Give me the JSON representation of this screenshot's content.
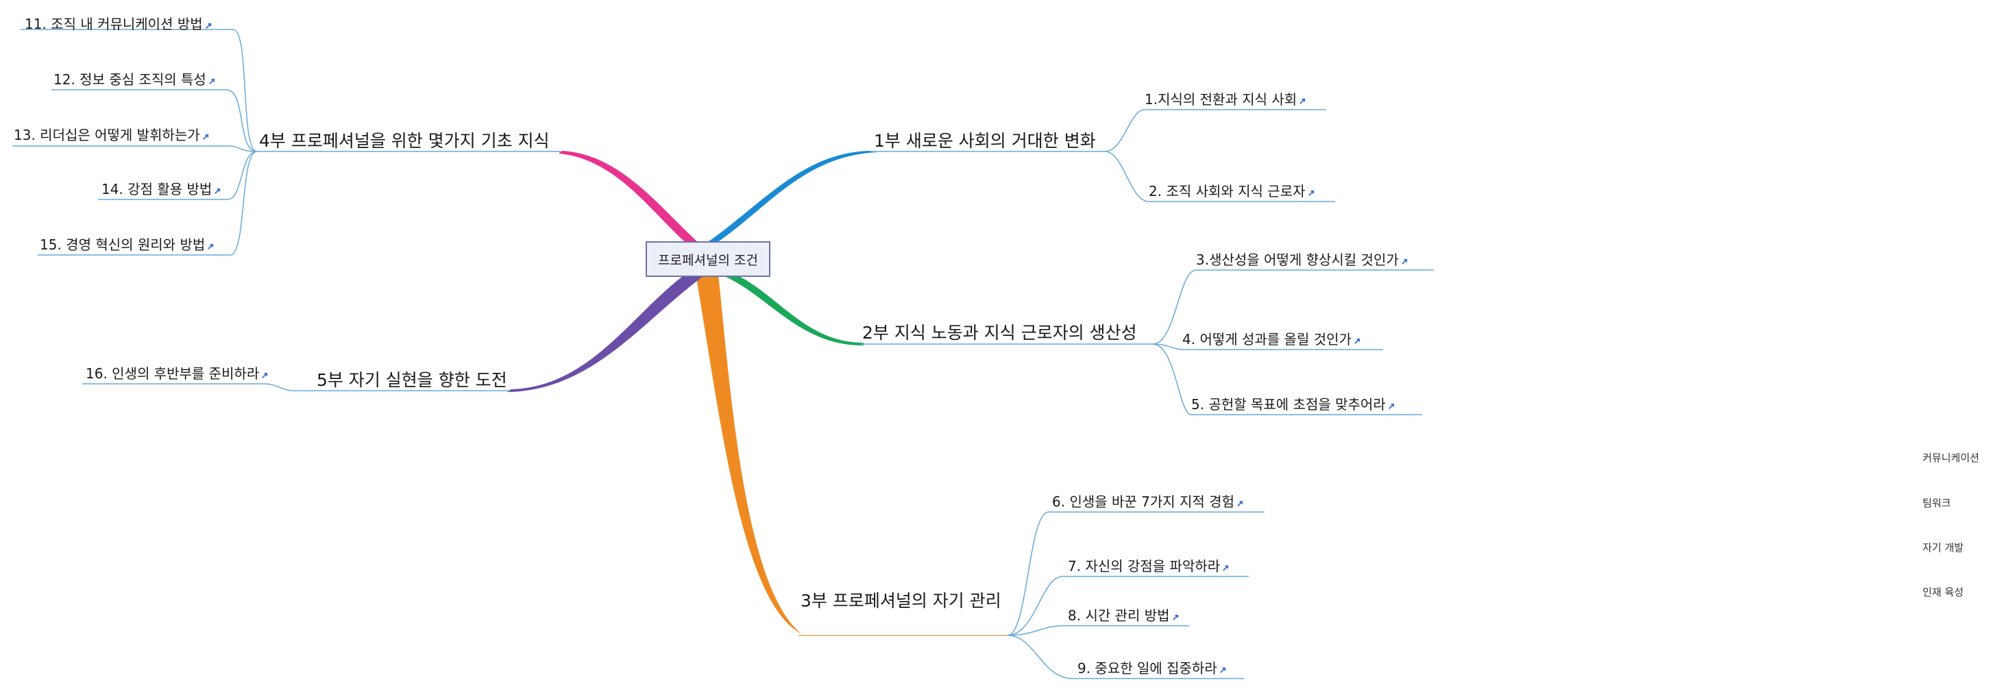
{
  "center": {
    "label": "프로페셔널의 조건"
  },
  "branches": {
    "b1": {
      "label": "1부 새로운 사회의 거대한 변화",
      "color": "#1a8ad4",
      "items": [
        "1.지식의 전환과 지식 사회",
        "2. 조직 사회와 지식 근로자"
      ]
    },
    "b2": {
      "label": "2부  지식 노동과 지식 근로자의 생산성",
      "color": "#1aa85a",
      "items": [
        "3.생산성을 어떻게 향상시킬 것인가",
        "4. 어떻게 성과를 올릴 것인가",
        "5.  공헌할 목표에 초점을 맞추어라"
      ]
    },
    "b3": {
      "label": "3부 프로페셔널의 자기 관리",
      "color": "#ef8a22",
      "items": [
        "6. 인생을 바꾼 7가지 지적 경험",
        "7. 자신의 강점을 파악하라",
        "8. 시간 관리 방법",
        "9. 중요한 일에 집중하라"
      ]
    },
    "b4": {
      "label": "4부 프로페셔널을 위한 몇가지 기초 지식",
      "color": "#e8338f",
      "items": [
        "11. 조직 내 커뮤니케이션 방법",
        "12. 정보 중심 조직의 특성",
        "13. 리더십은 어떻게 발휘하는가",
        "14. 강점 활용 방법",
        "15. 경영 혁신의 원리와 방법"
      ]
    },
    "b5": {
      "label": "5부 자기 실현을 향한 도전",
      "color": "#6b4ea8",
      "items": [
        "16. 인생의 후반부를 준비하라"
      ]
    }
  },
  "side_notes": [
    "커뮤니케이션",
    "팀워크",
    "자기 개발",
    "인재 육성"
  ],
  "colors": {
    "leaf_line": "#6aa9d8",
    "link_icon": "#3a6fd0"
  }
}
